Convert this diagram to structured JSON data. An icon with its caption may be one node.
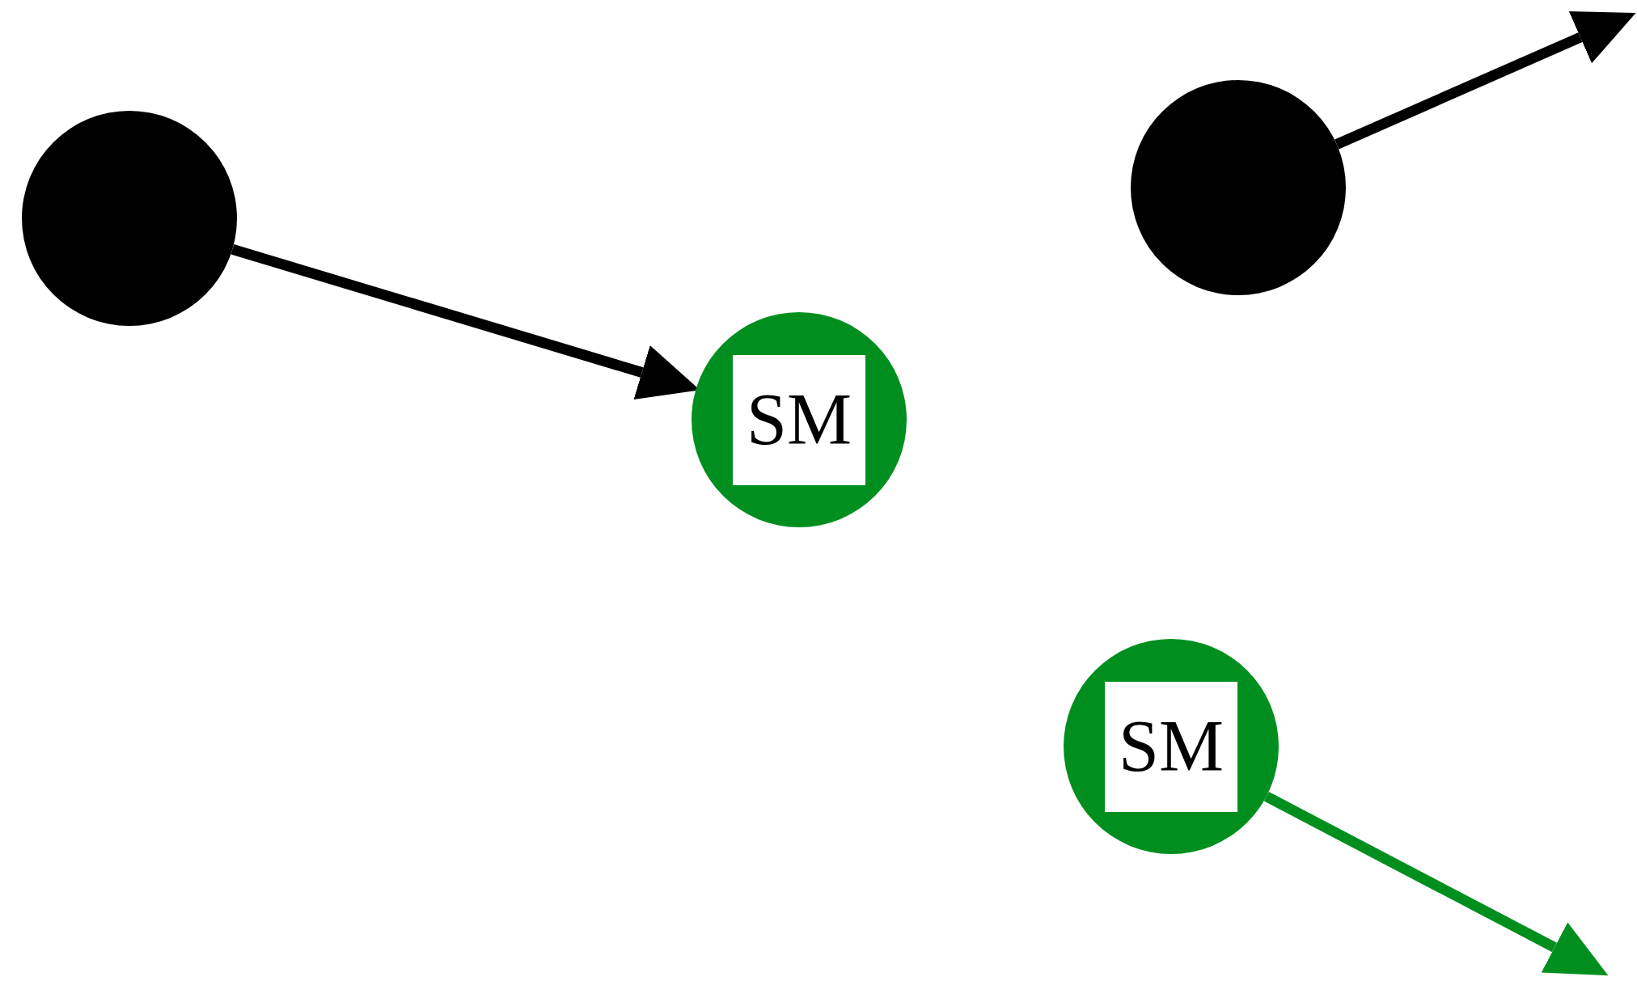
{
  "diagram": {
    "nodes": [
      {
        "text": [],
        "shape": "circle"
      },
      {
        "text": [
          "SM"
        ]
      },
      {
        "text": [],
        "shape": "circle"
      },
      {
        "text": [
          "SM"
        ]
      }
    ],
    "edges": [
      {
        "from": 0,
        "to": 1,
        "arrow": "to"
      },
      {
        "from": 2,
        "to": null,
        "arrow": "to"
      },
      {
        "from": 3,
        "to": null,
        "arrow": "to",
        "color": "#008f1f"
      }
    ]
  }
}
